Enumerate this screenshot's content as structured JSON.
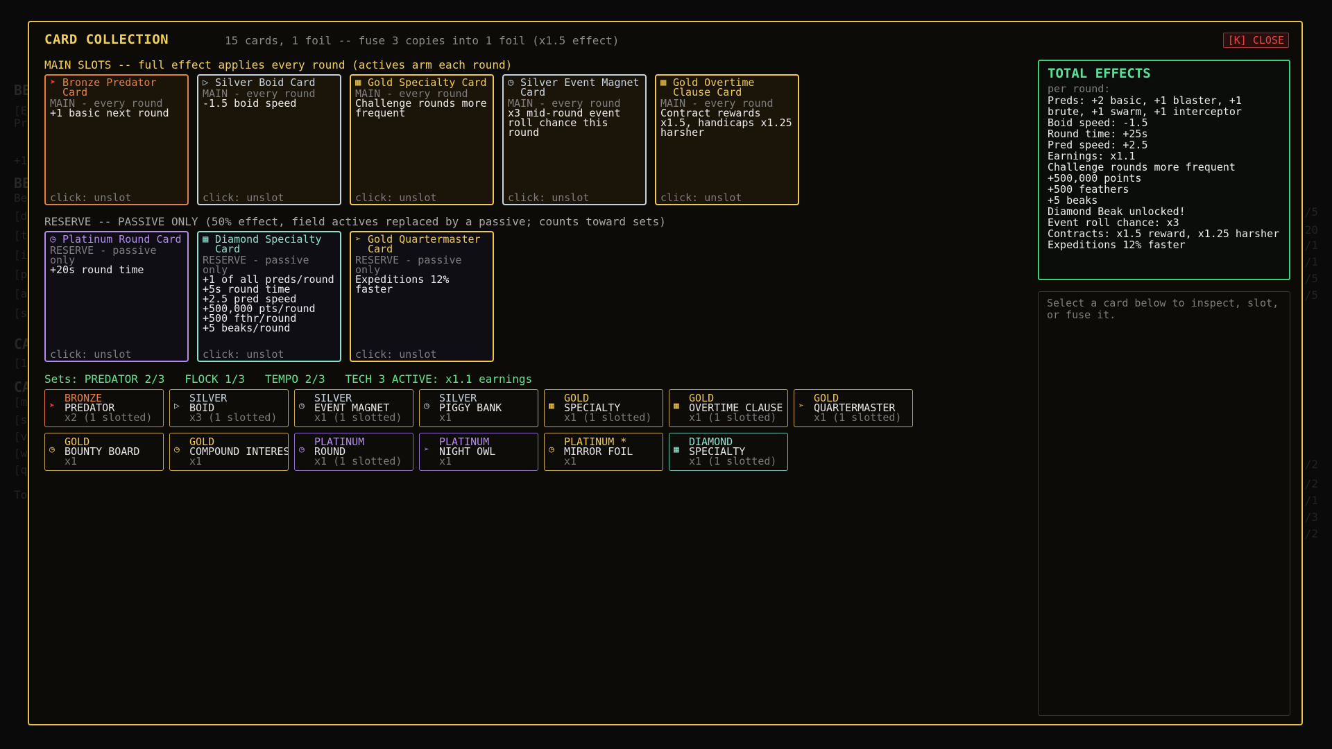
{
  "background": {
    "left_items": [
      "BE",
      "[E",
      "Pr",
      "+1",
      "BE",
      "Be",
      "[d",
      "[t",
      "[i",
      "[p",
      "[a",
      "[s",
      "CA",
      "[1",
      "CA",
      "[m",
      "[s",
      "[v",
      "[w",
      "[q",
      "To"
    ],
    "right_items": [
      "/5",
      "20",
      "/1",
      "/1",
      "/5",
      "/5",
      "/2",
      "/2",
      "/1",
      "/3",
      "/2"
    ]
  },
  "modal": {
    "title": "CARD COLLECTION",
    "subtitle": "15 cards, 1 foil -- fuse 3 copies into 1 foil (x1.5 effect)",
    "close_label": "[K] CLOSE",
    "main_label": "MAIN SLOTS -- full effect applies every round (actives arm each round)",
    "reserve_label": "RESERVE -- PASSIVE ONLY  (50% effect, field actives replaced by a passive; counts toward sets)",
    "sets_text": "Sets: PREDATOR 2/3   FLOCK 1/3   TEMPO 2/3   TECH 3 ACTIVE: x1.1 earnings",
    "main_slots": [
      {
        "icon": "predator-icon",
        "glyph": "➤",
        "name": "Bronze Predator Card",
        "sub": "MAIN - every round",
        "effect": "+1 basic next round",
        "action": "click: unslot",
        "color": "#e8803a"
      },
      {
        "icon": "boid-icon",
        "glyph": "▷",
        "name": "Silver Boid Card",
        "sub": "MAIN - every round",
        "effect": "-1.5 boid speed",
        "action": "click: unslot",
        "color": "#c8d3e0"
      },
      {
        "icon": "grid-icon",
        "glyph": "▦",
        "name": "Gold Specialty Card",
        "sub": "MAIN - every round",
        "effect": "Challenge rounds more frequent",
        "action": "click: unslot",
        "color": "#f2c94c"
      },
      {
        "icon": "clock-icon",
        "glyph": "◷",
        "name": "Silver Event Magnet Card",
        "sub": "MAIN - every round",
        "effect": "x3 mid-round event roll chance this round",
        "action": "click: unslot",
        "color": "#c8d3e0"
      },
      {
        "icon": "grid-icon",
        "glyph": "▦",
        "name": "Gold Overtime Clause Card",
        "sub": "MAIN - every round",
        "effect": "Contract rewards x1.5, handicaps x1.25 harsher",
        "action": "click: unslot",
        "color": "#f2c94c"
      }
    ],
    "reserve_slots": [
      {
        "icon": "clock-icon",
        "glyph": "◷",
        "name": "Platinum Round Card",
        "sub": "RESERVE - passive only",
        "effect": "+20s round time",
        "action": "click: unslot",
        "color": "#b48cf0"
      },
      {
        "icon": "grid-icon",
        "glyph": "▦",
        "name": "Diamond Specialty Card",
        "sub": "RESERVE - passive only",
        "effect": "+1 of all preds/round\n+5s round time\n+2.5 pred speed\n+500,000 pts/round\n+500 fthr/round\n+5 beaks/round",
        "action": "click: unslot",
        "color": "#8fe0cf"
      },
      {
        "icon": "quartermaster-icon",
        "glyph": "➢",
        "name": "Gold Quartermaster Card",
        "sub": "RESERVE - passive only",
        "effect": "Expeditions 12% faster",
        "action": "click: unslot",
        "color": "#f2c94c"
      }
    ],
    "collection": [
      {
        "tier": "BRONZE",
        "name": "PREDATOR",
        "count": "x2 (1 slotted)",
        "icon": "predator-icon",
        "glyph": "➤",
        "color": "#e8803a",
        "border": "#e8803a"
      },
      {
        "tier": "SILVER",
        "name": "BOID",
        "count": "x3 (1 slotted)",
        "icon": "boid-icon",
        "glyph": "▷",
        "color": "#c8d3e0",
        "border": "#c7a74a"
      },
      {
        "tier": "SILVER",
        "name": "EVENT MAGNET",
        "count": "x1 (1 slotted)",
        "icon": "clock-icon",
        "glyph": "◷",
        "color": "#c8d3e0",
        "border": "#c7a74a"
      },
      {
        "tier": "SILVER",
        "name": "PIGGY BANK",
        "count": "x1",
        "icon": "clock-icon",
        "glyph": "◷",
        "color": "#c8d3e0",
        "border": "#c7a74a"
      },
      {
        "tier": "GOLD",
        "name": "SPECIALTY",
        "count": "x1 (1 slotted)",
        "icon": "grid-icon",
        "glyph": "▦",
        "color": "#f2c94c",
        "border": "#c7a74a"
      },
      {
        "tier": "GOLD",
        "name": "OVERTIME CLAUSE",
        "count": "x1 (1 slotted)",
        "icon": "grid-icon",
        "glyph": "▦",
        "color": "#f2c94c",
        "border": "#c7a74a"
      },
      {
        "tier": "GOLD",
        "name": "QUARTERMASTER",
        "count": "x1 (1 slotted)",
        "icon": "quartermaster-icon",
        "glyph": "➢",
        "color": "#f2c94c",
        "border": "#c7a74a"
      },
      {
        "tier": "GOLD",
        "name": "BOUNTY BOARD",
        "count": "x1",
        "icon": "clock-icon",
        "glyph": "◷",
        "color": "#f2c94c",
        "border": "#c7a74a"
      },
      {
        "tier": "GOLD",
        "name": "COMPOUND INTEREST",
        "count": "x1",
        "icon": "clock-icon",
        "glyph": "◷",
        "color": "#f2c94c",
        "border": "#c7a74a"
      },
      {
        "tier": "PLATINUM",
        "name": "ROUND",
        "count": "x1 (1 slotted)",
        "icon": "clock-icon",
        "glyph": "◷",
        "color": "#b48cf0",
        "border": "#8f6cc8"
      },
      {
        "tier": "PLATINUM",
        "name": "NIGHT OWL",
        "count": "x1",
        "icon": "quartermaster-icon",
        "glyph": "➢",
        "color": "#b48cf0",
        "border": "#8f6cc8"
      },
      {
        "tier": "PLATINUM *",
        "name": "MIRROR FOIL",
        "count": "x1",
        "icon": "clock-icon",
        "glyph": "◷",
        "color": "#f2c94c",
        "border": "#c7a74a"
      },
      {
        "tier": "DIAMOND",
        "name": "SPECIALTY",
        "count": "x1 (1 slotted)",
        "icon": "grid-icon",
        "glyph": "▦",
        "color": "#8fe0cf",
        "border": "#6fbfae"
      }
    ],
    "total": {
      "title": "TOTAL EFFECTS",
      "sub": "per round:",
      "lines": "Preds: +2 basic, +1 blaster, +1 brute, +1 swarm, +1 interceptor\nBoid speed: -1.5\nRound time: +25s\nPred speed: +2.5\nEarnings: x1.1\nChallenge rounds more frequent\n+500,000 points\n+500 feathers\n+5 beaks\nDiamond Beak unlocked!\nEvent roll chance: x3\nContracts: x1.5 reward, x1.25 harsher\nExpeditions 12% faster"
    },
    "inspect_hint": "Select a card below to inspect, slot, or fuse it."
  }
}
